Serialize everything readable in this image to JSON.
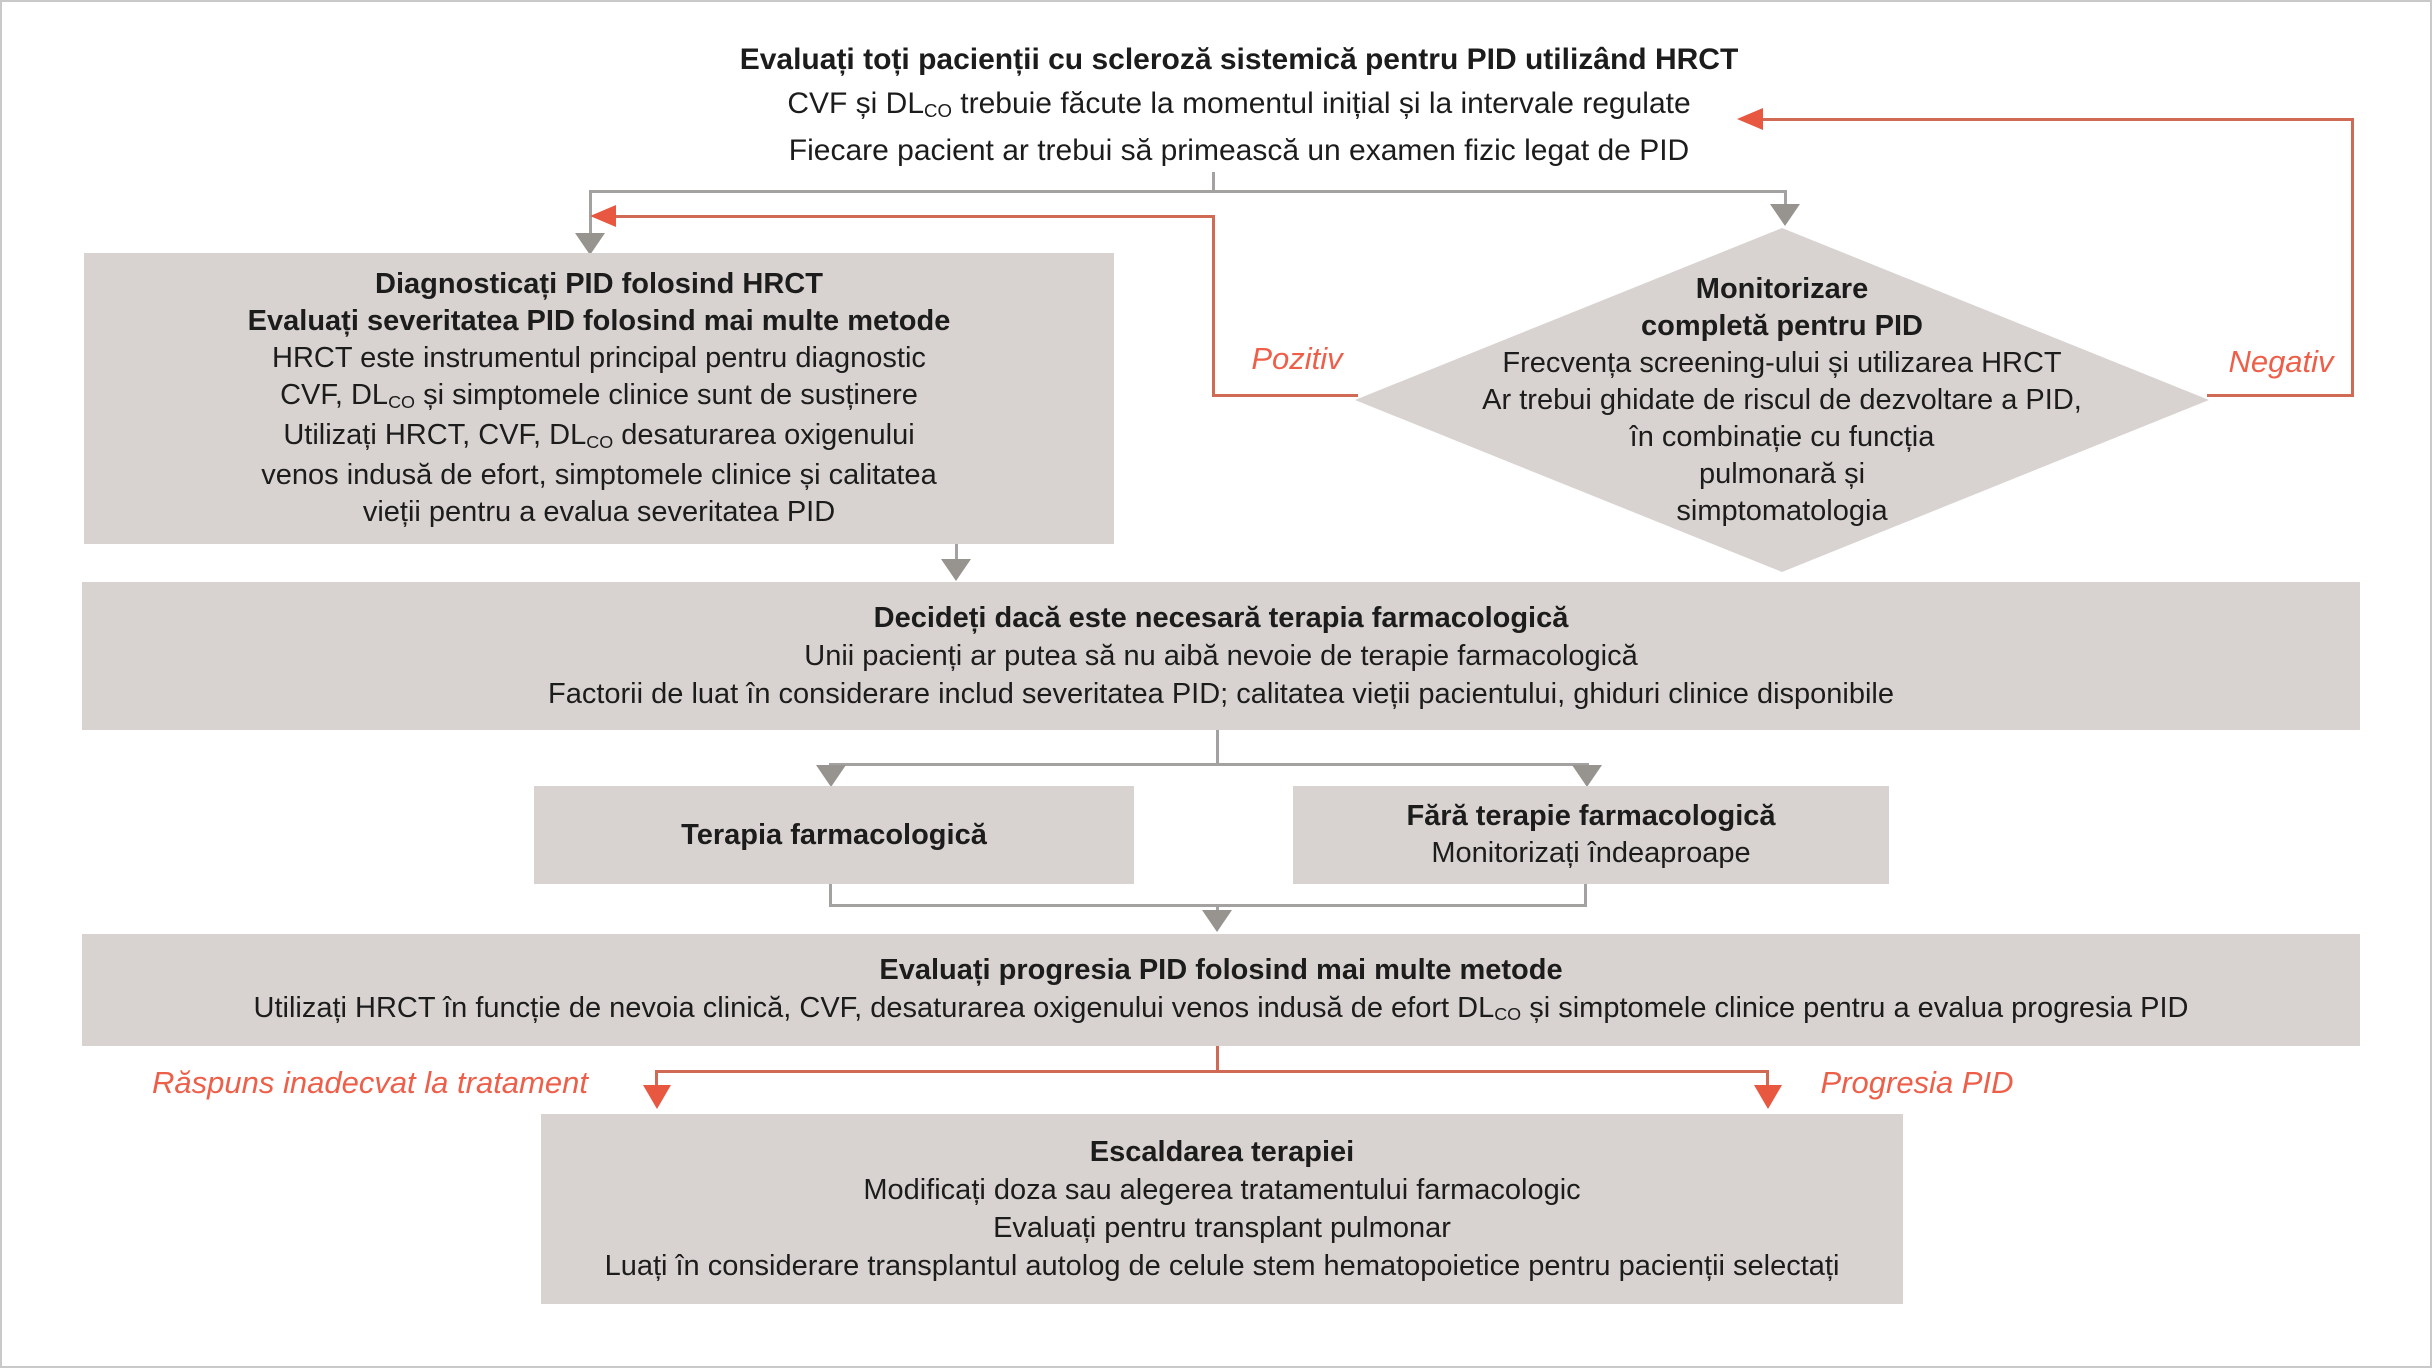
{
  "colors": {
    "box_fill": "#d8d3d0",
    "gray_line": "#a4a2a0",
    "gray_arrow": "#97948f",
    "red_line": "#d06a55",
    "red_arrow": "#e85740",
    "red_text": "#ee5f4a",
    "text": "#1c1c1c",
    "border": "#c9c9c9"
  },
  "title": {
    "lines": [
      {
        "bold": true,
        "segments": [
          {
            "t": "Evaluați toți pacienții cu scleroză sistemică pentru PID utilizând HRCT"
          }
        ]
      },
      {
        "bold": false,
        "segments": [
          {
            "t": "CVF și DL"
          },
          {
            "t": "CO",
            "sub": true
          },
          {
            "t": " trebuie făcute la momentul inițial și la intervale regulate"
          }
        ]
      },
      {
        "bold": false,
        "segments": [
          {
            "t": "Fiecare pacient ar trebui să primească un examen fizic legat de PID"
          }
        ]
      }
    ]
  },
  "boxes": {
    "diagnose": {
      "lines": [
        {
          "bold": true,
          "segments": [
            {
              "t": "Diagnosticați PID folosind HRCT"
            }
          ]
        },
        {
          "bold": true,
          "segments": [
            {
              "t": "Evaluați severitatea PID folosind mai multe metode"
            }
          ]
        },
        {
          "bold": false,
          "segments": [
            {
              "t": "HRCT este instrumentul principal pentru diagnostic"
            }
          ]
        },
        {
          "bold": false,
          "segments": [
            {
              "t": "CVF, DL"
            },
            {
              "t": "CO",
              "sub": true
            },
            {
              "t": " și simptomele clinice sunt de susținere"
            }
          ]
        },
        {
          "bold": false,
          "segments": [
            {
              "t": "Utilizați HRCT, CVF, DL"
            },
            {
              "t": "CO",
              "sub": true
            },
            {
              "t": " desaturarea oxigenului"
            }
          ]
        },
        {
          "bold": false,
          "segments": [
            {
              "t": "venos indusă de efort, simptomele clinice și calitatea"
            }
          ]
        },
        {
          "bold": false,
          "segments": [
            {
              "t": "vieții pentru a evalua severitatea PID"
            }
          ]
        }
      ]
    },
    "monitor_diamond": {
      "lines": [
        {
          "bold": true,
          "segments": [
            {
              "t": "Monitorizare"
            }
          ]
        },
        {
          "bold": true,
          "segments": [
            {
              "t": "completă pentru PID"
            }
          ]
        },
        {
          "bold": false,
          "segments": [
            {
              "t": "Frecvența screening-ului și utilizarea HRCT"
            }
          ]
        },
        {
          "bold": false,
          "segments": [
            {
              "t": "Ar trebui ghidate de riscul de dezvoltare a PID,"
            }
          ]
        },
        {
          "bold": false,
          "segments": [
            {
              "t": "în combinație cu funcția"
            }
          ]
        },
        {
          "bold": false,
          "segments": [
            {
              "t": "pulmonară și"
            }
          ]
        },
        {
          "bold": false,
          "segments": [
            {
              "t": "simptomatologia"
            }
          ]
        }
      ]
    },
    "decide": {
      "lines": [
        {
          "bold": true,
          "segments": [
            {
              "t": "Decideți dacă este necesară terapia farmacologică"
            }
          ]
        },
        {
          "bold": false,
          "segments": [
            {
              "t": "Unii pacienți ar putea să nu aibă nevoie de terapie farmacologică"
            }
          ]
        },
        {
          "bold": false,
          "segments": [
            {
              "t": "Factorii de luat în considerare includ severitatea PID; calitatea vieții pacientului, ghiduri clinice disponibile"
            }
          ]
        }
      ]
    },
    "therapy": {
      "lines": [
        {
          "bold": true,
          "segments": [
            {
              "t": "Terapia farmacologică"
            }
          ]
        }
      ]
    },
    "no_therapy": {
      "lines": [
        {
          "bold": true,
          "segments": [
            {
              "t": "Fără terapie farmacologică"
            }
          ]
        },
        {
          "bold": false,
          "segments": [
            {
              "t": "Monitorizați îndeaproape"
            }
          ]
        }
      ]
    },
    "progress": {
      "lines": [
        {
          "bold": true,
          "segments": [
            {
              "t": "Evaluați progresia PID folosind mai multe metode"
            }
          ]
        },
        {
          "bold": false,
          "segments": [
            {
              "t": "Utilizați HRCT în funcție de nevoia clinică, CVF, desaturarea oxigenului venos indusă de efort DL"
            },
            {
              "t": "CO",
              "sub": true
            },
            {
              "t": " și simptomele clinice pentru a evalua progresia PID"
            }
          ]
        }
      ]
    },
    "escalate": {
      "lines": [
        {
          "bold": true,
          "segments": [
            {
              "t": "Escaldarea terapiei"
            }
          ]
        },
        {
          "bold": false,
          "segments": [
            {
              "t": "Modificați doza sau alegerea tratamentului farmacologic"
            }
          ]
        },
        {
          "bold": false,
          "segments": [
            {
              "t": "Evaluați pentru transplant pulmonar"
            }
          ]
        },
        {
          "bold": false,
          "segments": [
            {
              "t": "Luați în considerare transplantul autolog de celule stem hematopoietice pentru pacienții selectați"
            }
          ]
        }
      ]
    }
  },
  "labels": {
    "pozitiv": "Pozitiv",
    "negativ": "Negativ",
    "inadequate_response": "Răspuns inadecvat la tratament",
    "progression": "Progresia PID"
  }
}
